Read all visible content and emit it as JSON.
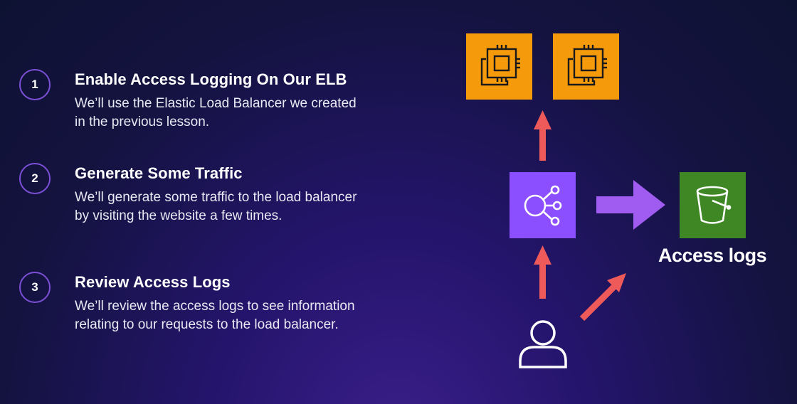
{
  "steps": [
    {
      "number": "1",
      "title": "Enable Access Logging On Our ELB",
      "description": "We’ll use the Elastic Load Balancer we created in the previous lesson."
    },
    {
      "number": "2",
      "title": "Generate Some Traffic",
      "description": "We’ll generate some traffic to the load balancer by visiting the website a few times."
    },
    {
      "number": "3",
      "title": "Review Access Logs",
      "description": "We’ll review the access logs to see information relating to our requests to the load balancer."
    }
  ],
  "diagram": {
    "s3_caption": "Access logs",
    "icons": {
      "ec2_1": "ec2-instance-icon",
      "ec2_2": "ec2-instance-icon",
      "elb": "elastic-load-balancer-icon",
      "s3": "s3-bucket-icon",
      "user": "user-icon"
    },
    "colors": {
      "ec2": "#f59a0b",
      "elb": "#8c4fff",
      "s3": "#3f8624",
      "request_arrow": "#ee5a5a",
      "log_arrow": "#a05bf0",
      "step_circle_border": "#7b4fd6"
    }
  }
}
